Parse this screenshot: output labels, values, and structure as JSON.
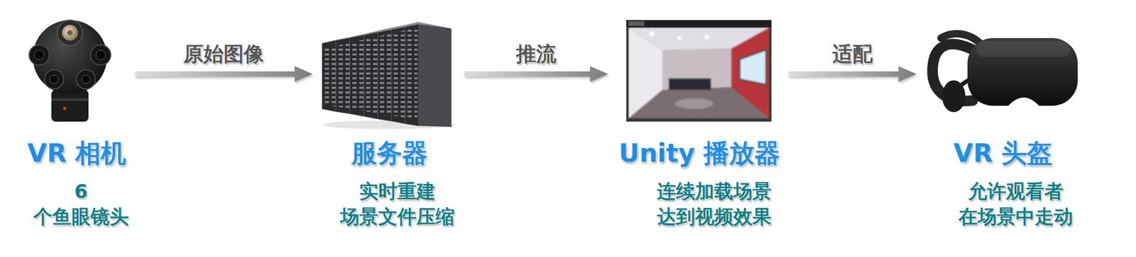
{
  "diagram": {
    "nodes": [
      {
        "text": [
          "VR 相机",
          "6 个鱼眼镜头"
        ]
      },
      {
        "text": [
          "服务器",
          "实时重建 场景文件压缩"
        ]
      },
      {
        "text": [
          "Unity 播放器",
          "连续加载场景 达到视频效果"
        ]
      },
      {
        "text": [
          "VR 头盔",
          "允许观看者 在场景中走动"
        ]
      }
    ],
    "edges": [
      {
        "from": 0,
        "to": 1,
        "label": "原始图像",
        "arrow": "to"
      },
      {
        "from": 1,
        "to": 2,
        "label": "推流",
        "arrow": "to"
      },
      {
        "from": 2,
        "to": 3,
        "label": "适配",
        "arrow": "to"
      }
    ]
  }
}
